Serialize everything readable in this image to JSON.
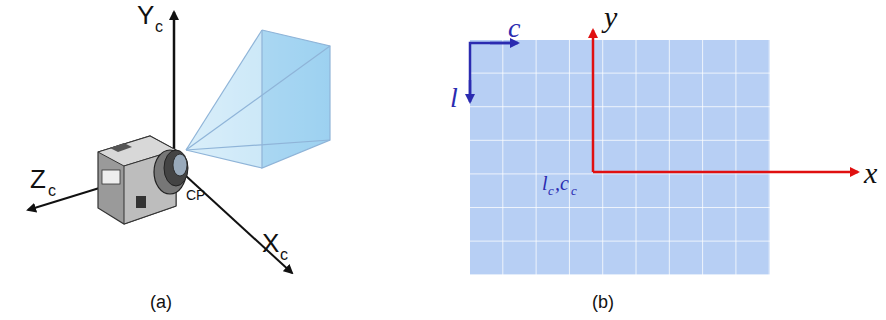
{
  "diagram": {
    "labels": [
      "Y",
      "c",
      "Z",
      "c",
      "X",
      "c",
      "CP",
      "(a)",
      "c",
      "l",
      "y",
      "x",
      "l",
      "c",
      ",c",
      "c",
      "(b)"
    ]
  }
}
